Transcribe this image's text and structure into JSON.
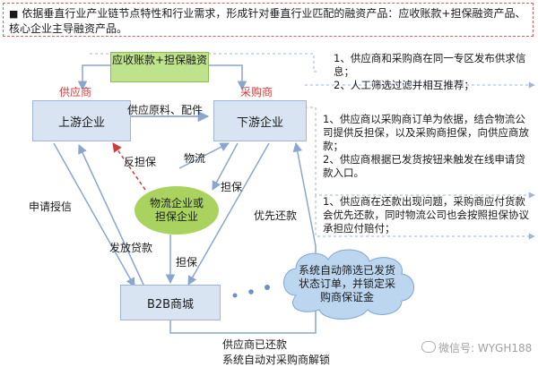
{
  "header": {
    "bullet": "■",
    "text": "依据垂直行业产业链节点特性和行业需求，形成针对垂直行业匹配的融资产品：应收账款+担保融资产品、核心企业主导融资产品。"
  },
  "product_box": "应收账款+担保融资",
  "roles": {
    "supplier": "供应商",
    "buyer": "采购商"
  },
  "nodes": {
    "upstream": "上游企业",
    "downstream": "下游企业",
    "b2b": "B2B商城",
    "logistics": "物流企业或担保企业"
  },
  "edges": {
    "supply": "供应原料、配件",
    "counter_guarantee": "反担保",
    "logistics": "物流",
    "guarantee_down": "担保",
    "guarantee_bottom": "担保",
    "apply_credit": "申请授信",
    "release_loan": "发放贷款",
    "priority_repay": "优先还款",
    "repaid": "供应商已还款",
    "auto_unlock": "系统自动对采购商解锁"
  },
  "cloud_text": "系统自动筛选已发货状态订单，并锁定采购商保证金",
  "notes": {
    "top": "1、供应商和采购商在同一专区发布供求信息；\n2、人工筛选过滤并相互推荐；",
    "mid": "1、供应商以采购商订单为依据，结合物流公司提供反担保，以及采购商担保，向供应商放款；\n2、供应商根据已发货按钮来触发在线申请贷款入口。",
    "bottom": "1、供应商在还款出现问题，采购商应付货款会优先还款，同时物流公司也会按照担保协议承担应付赔付；"
  },
  "watermark": "微信号: WYGH188",
  "colors": {
    "node_fill": "#d9e4f2",
    "green": "#bfe28c",
    "ellipse": "#a9d35e",
    "role_red": "#d23b3b",
    "arrow_blue": "#8aa6cf",
    "dashed_red": "#e05a5a"
  }
}
